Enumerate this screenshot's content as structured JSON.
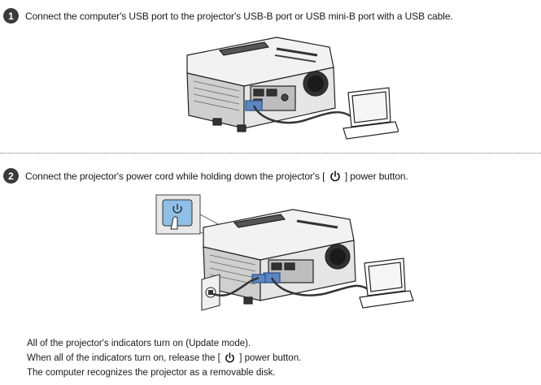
{
  "step1": {
    "number": "1",
    "text": "Connect the computer's USB port to the projector's USB-B port or USB mini-B port with a USB cable."
  },
  "step2": {
    "number": "2",
    "text_before": "Connect the projector's power cord while holding down the projector's [",
    "text_after": "] power button."
  },
  "notes": {
    "line1": "All of the projector's indicators turn on (Update mode).",
    "line2_before": "When all of the indicators turn on, release the [",
    "line2_after": "] power button.",
    "line3": "The computer recognizes the projector as a removable disk."
  },
  "icons": [
    "power-icon",
    "projector-illustration",
    "laptop-illustration",
    "usb-cable",
    "power-cord",
    "wall-outlet",
    "power-button-callout"
  ]
}
